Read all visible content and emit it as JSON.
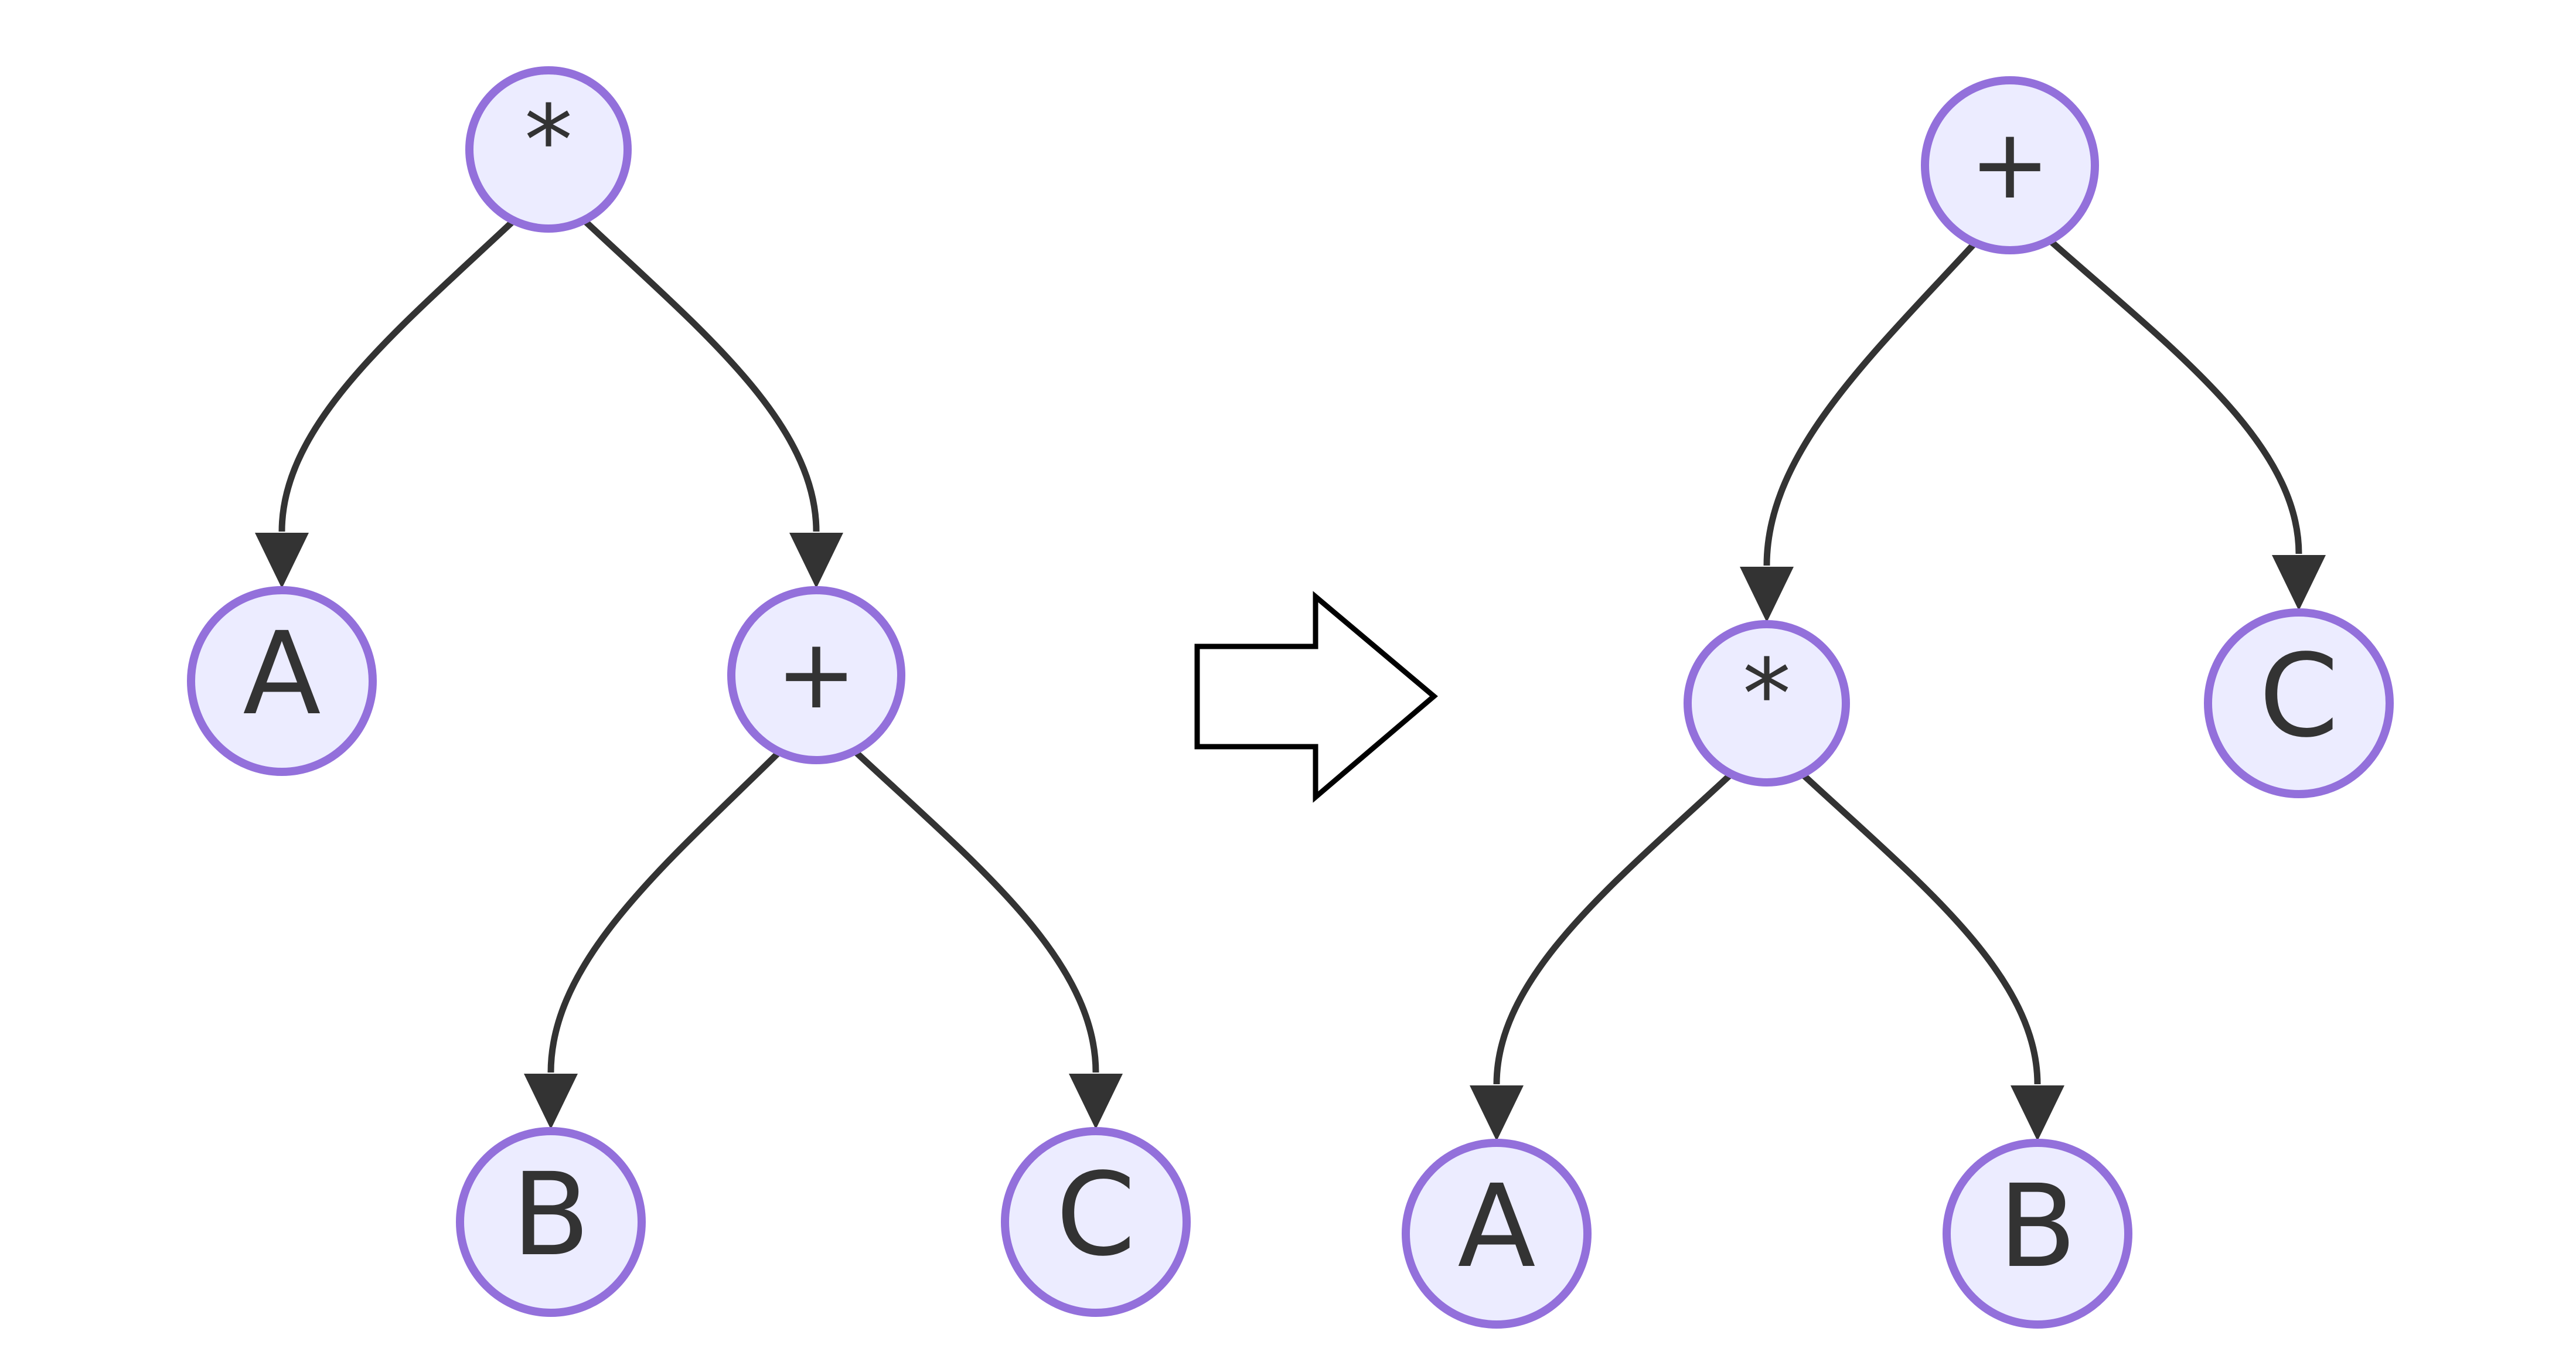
{
  "colors": {
    "background": "#ffffff",
    "node_fill": "#ECECFF",
    "node_border": "#9370DB",
    "node_text": "#333333",
    "edge": "#333333",
    "transform_arrow_fill": "#ffffff",
    "transform_arrow_border": "#000000"
  },
  "trees": {
    "left": {
      "name": "expression-tree-before",
      "nodes": [
        {
          "id": "mul",
          "label": "*",
          "role": "root-operator"
        },
        {
          "id": "a",
          "label": "A",
          "role": "leaf"
        },
        {
          "id": "plus",
          "label": "+",
          "role": "operator"
        },
        {
          "id": "b",
          "label": "B",
          "role": "leaf"
        },
        {
          "id": "c",
          "label": "C",
          "role": "leaf"
        }
      ],
      "edges": [
        {
          "from": "*",
          "to": "A"
        },
        {
          "from": "*",
          "to": "+"
        },
        {
          "from": "+",
          "to": "B"
        },
        {
          "from": "+",
          "to": "C"
        }
      ]
    },
    "right": {
      "name": "expression-tree-after",
      "nodes": [
        {
          "id": "plus",
          "label": "+",
          "role": "root-operator"
        },
        {
          "id": "mul",
          "label": "*",
          "role": "operator"
        },
        {
          "id": "c",
          "label": "C",
          "role": "leaf"
        },
        {
          "id": "a",
          "label": "A",
          "role": "leaf"
        },
        {
          "id": "b",
          "label": "B",
          "role": "leaf"
        }
      ],
      "edges": [
        {
          "from": "+",
          "to": "*"
        },
        {
          "from": "+",
          "to": "C"
        },
        {
          "from": "*",
          "to": "A"
        },
        {
          "from": "*",
          "to": "B"
        }
      ]
    }
  },
  "transform_arrow": {
    "direction": "right",
    "meaning": "transforms-into"
  }
}
